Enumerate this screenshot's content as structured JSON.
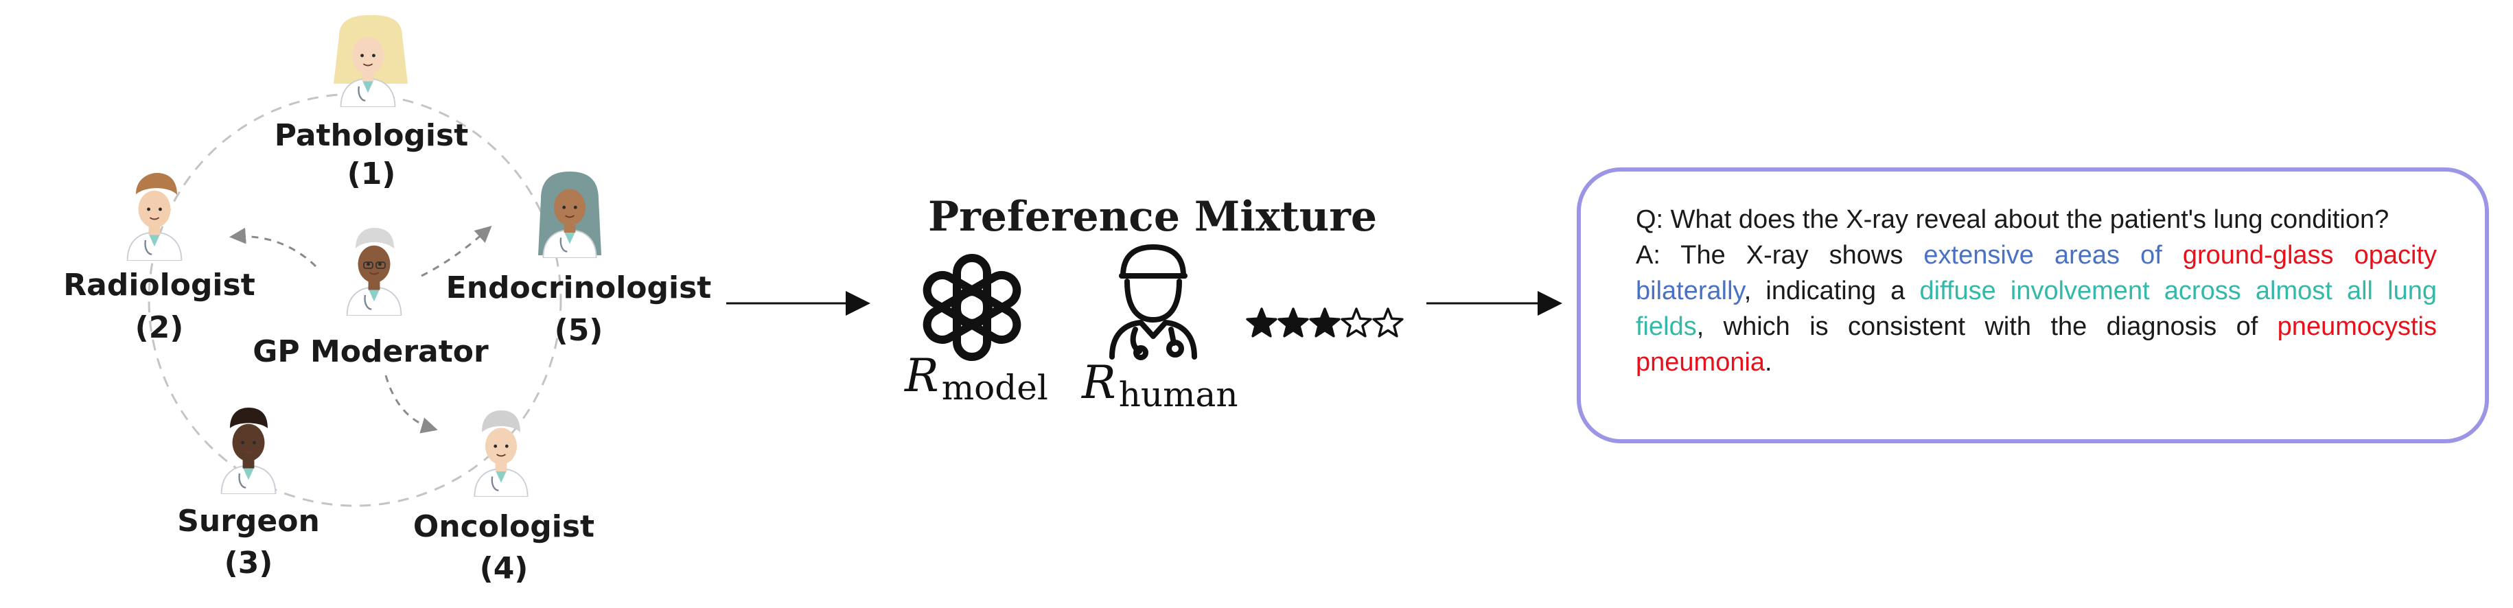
{
  "agents": {
    "pathologist": {
      "name": "Pathologist",
      "index": "(1)"
    },
    "radiologist": {
      "name": "Radiologist",
      "index": "(2)"
    },
    "surgeon": {
      "name": "Surgeon",
      "index": "(3)"
    },
    "oncologist": {
      "name": "Oncologist",
      "index": "(4)"
    },
    "endocrinologist": {
      "name": "Endocrinologist",
      "index": "(5)"
    },
    "moderator": {
      "name": "GP Moderator"
    }
  },
  "preference": {
    "title": "Preference Mixture",
    "model_symbol": "R",
    "model_subscript": "model",
    "human_symbol": "R",
    "human_subscript": "human",
    "rating": {
      "filled": 3,
      "total": 5
    }
  },
  "qa": {
    "question": "Q: What does the X-ray reveal about the patient's lung condition?",
    "answer_prefix": "A: The X-ray shows ",
    "answer_finding_extent": "extensive areas of",
    "answer_finding": "ground-glass opacity",
    "answer_laterality": "bilaterally",
    "answer_mid": ", indicating a ",
    "answer_distribution": "diffuse involvement across almost all lung fields",
    "answer_consistent": ", which is consistent with the diagnosis of ",
    "answer_diagnosis": "pneumocystis pneumonia",
    "answer_end": "."
  },
  "colors": {
    "panel_border": "#9c95e6",
    "highlight_blue": "#4a72c4",
    "highlight_red": "#e8101a",
    "highlight_teal": "#34b8a8"
  }
}
